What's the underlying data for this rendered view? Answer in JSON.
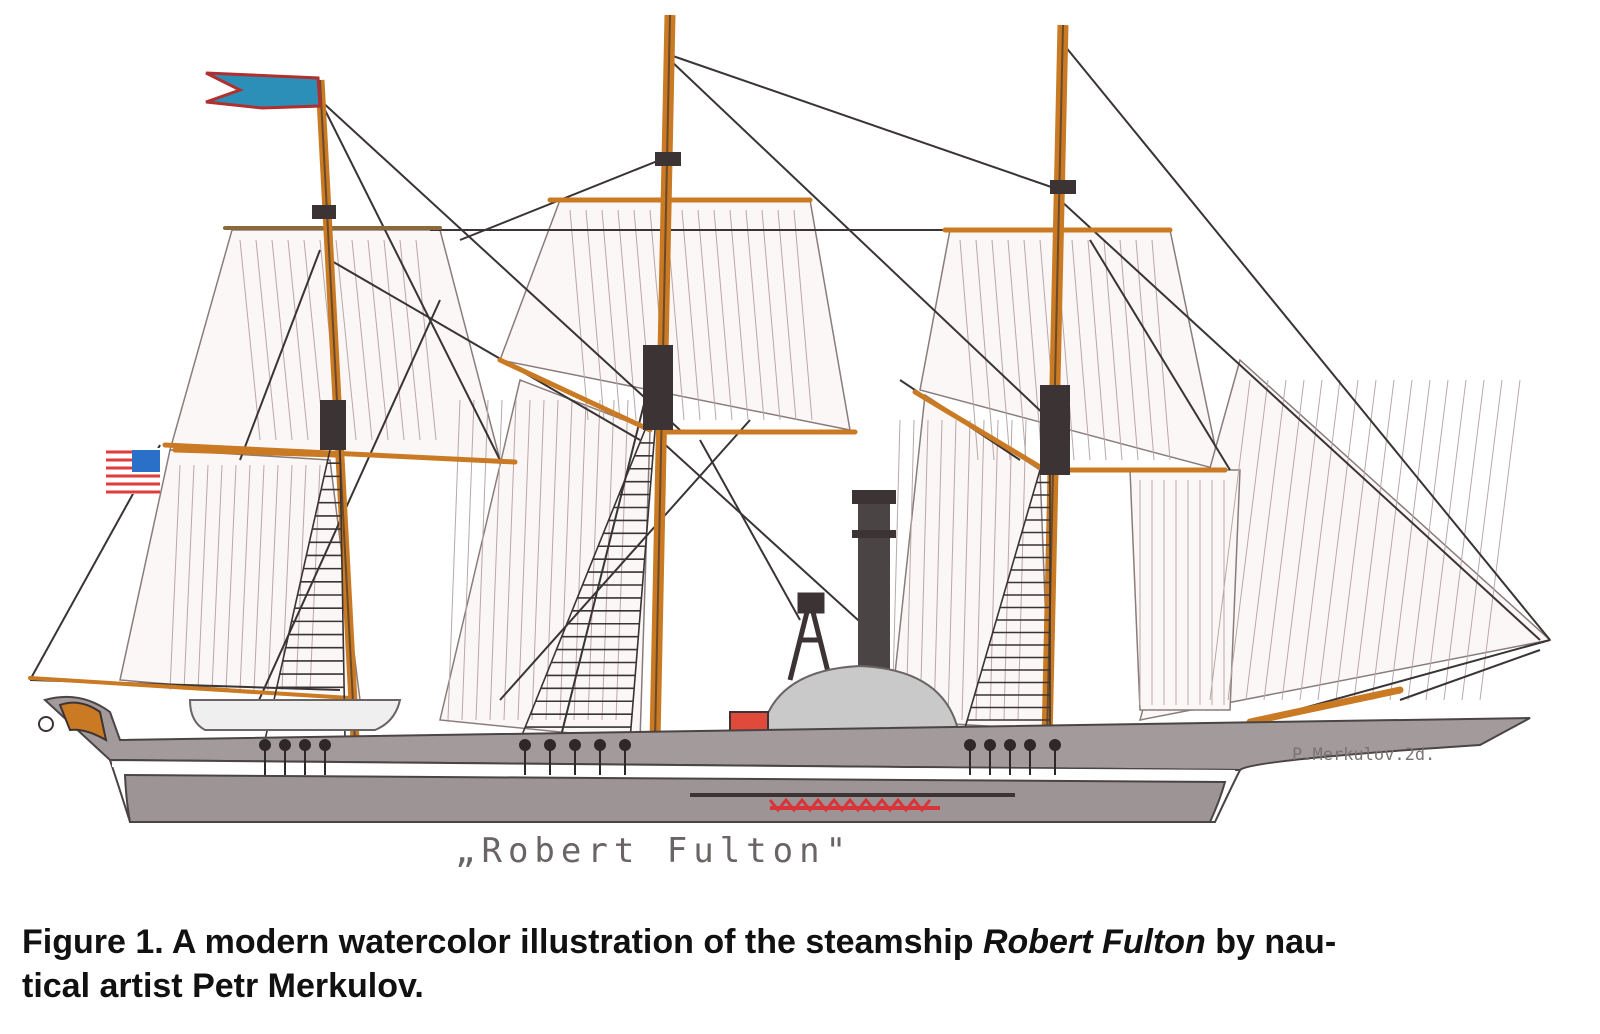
{
  "illustration": {
    "ship_name_label": "„Robert Fulton\"",
    "signature": "P.Merkulov.2d.",
    "colors": {
      "hull": "#a39a9c",
      "hull_dark": "#7d7577",
      "wood": "#c97a22",
      "mast_dark": "#3c3434",
      "sail_line": "#b8a8a8",
      "rigging": "#3a3434",
      "paddle_box": "#c9c9c9",
      "stripe_red": "#d9343a",
      "flag_blue": "#2c8fb8",
      "flag_red": "#e03a3a"
    }
  },
  "caption": {
    "prefix": "Figure 1. A modern watercolor illustration of the steamship ",
    "ship_name": "Robert Fulton",
    "suffix_line1": " by nau-",
    "line2": "tical artist Petr Merkulov."
  }
}
